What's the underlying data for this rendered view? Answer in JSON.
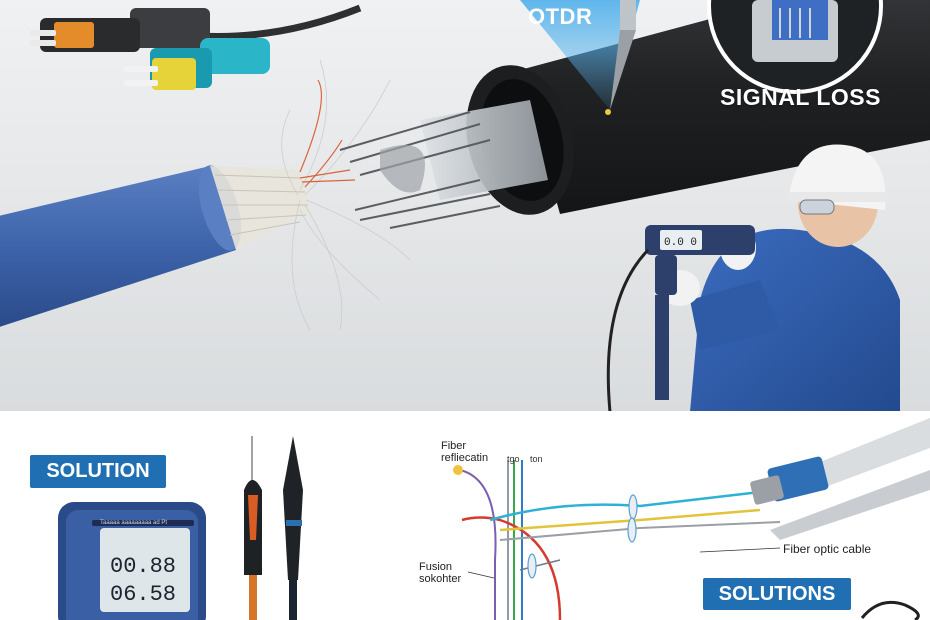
{
  "labels": {
    "otdr": "OTDR",
    "signal_loss": "SIGNAL LOSS",
    "solution": "SOLUTION",
    "solutions": "SOLUTIONS",
    "fiber_reflection_line1": "Fiber",
    "fiber_reflection_line2": "refliecatin",
    "tgo": "tgo",
    "ton": "ton",
    "fusion_line1": "Fusion",
    "fusion_line2": "sokohter",
    "fiber_optic_cable": "Fiber optic cable"
  },
  "meter": {
    "header": "Taaaaa aaaaaaaaa ad Pt",
    "reading1": "00.88",
    "reading2": "06.58"
  },
  "otdr_device": {
    "screen_text": "0.0 0"
  },
  "colors": {
    "jacket_blue": "#3f66ad",
    "cable_black": "#222426",
    "label_blue": "#1f6fb2",
    "worker_shirt": "#2f5fb0",
    "background_top": "#e6e8ea"
  }
}
